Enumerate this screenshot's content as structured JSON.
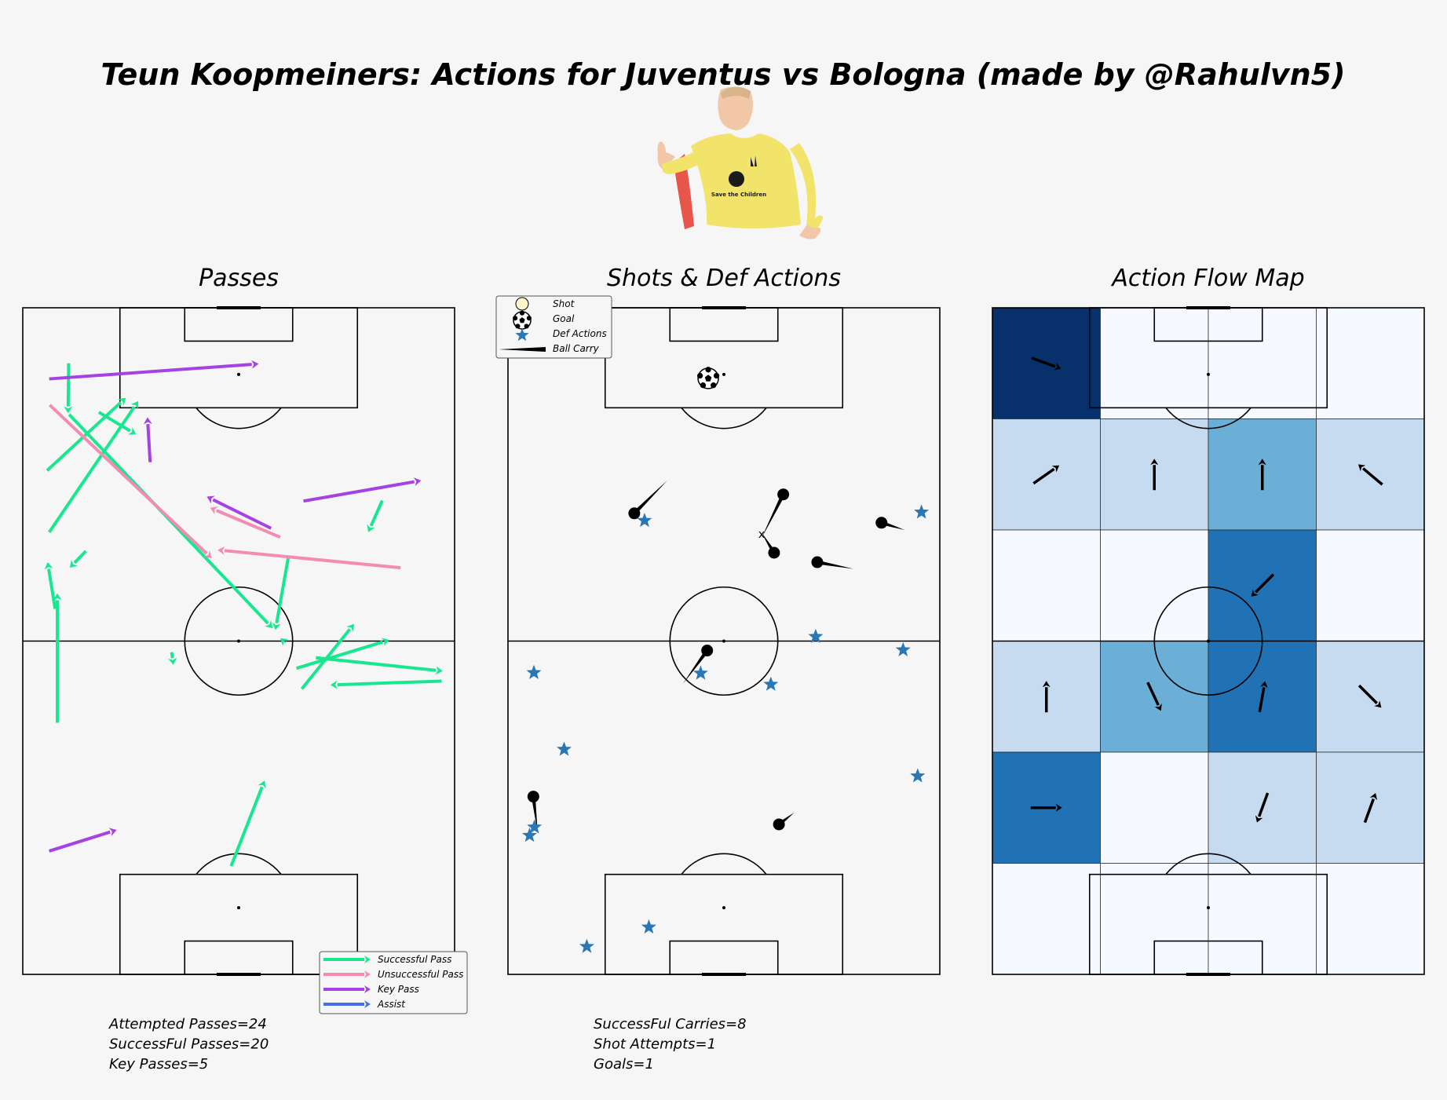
{
  "title": "Teun Koopmeiners: Actions for Juventus vs Bologna (made by @Rahulvn5)",
  "colors": {
    "background": "#f6f6f6",
    "successful_pass": "#17e890",
    "unsuccessful_pass": "#f38bb2",
    "key_pass": "#a742e2",
    "assist": "#4a6de8",
    "def_action": "#2b77b3",
    "carry": "#000000"
  },
  "player_photo": {
    "jersey_text": "Save the Children"
  },
  "chart_data": [
    {
      "type": "pitch-arrows",
      "title": "Passes",
      "pitch": {
        "length": 120,
        "width": 80,
        "orientation": "vertical"
      },
      "legend": {
        "placement": "bottom-right",
        "items": [
          {
            "label": "Successful Pass",
            "color": "#17e890"
          },
          {
            "label": "Unsuccessful Pass",
            "color": "#f38bb2"
          },
          {
            "label": "Key Pass",
            "color": "#a742e2"
          },
          {
            "label": "Assist",
            "color": "#4a6de8"
          }
        ]
      },
      "passes": [
        {
          "type": "successful",
          "x": 79.6,
          "y": 4.9,
          "end_x": 103.2,
          "end_y": 21.4
        },
        {
          "type": "successful",
          "x": 110.0,
          "y": 8.5,
          "end_x": 101.0,
          "end_y": 8.4
        },
        {
          "type": "successful",
          "x": 101.2,
          "y": 14.1,
          "end_x": 97.2,
          "end_y": 21.0
        },
        {
          "type": "successful",
          "x": 55.1,
          "y": 50.7,
          "end_x": 60.2,
          "end_y": 67.9
        },
        {
          "type": "successful",
          "x": 75.1,
          "y": 49.2,
          "end_x": 62.0,
          "end_y": 46.8
        },
        {
          "type": "successful",
          "x": 58.0,
          "y": 27.6,
          "end_x": 55.7,
          "end_y": 27.9
        },
        {
          "type": "successful",
          "x": 45.3,
          "y": 6.4,
          "end_x": 68.6,
          "end_y": 6.4
        },
        {
          "type": "successful",
          "x": 57.0,
          "y": 54.3,
          "end_x": 54.6,
          "end_y": 77.8
        },
        {
          "type": "successful",
          "x": 52.8,
          "y": 77.6,
          "end_x": 52.1,
          "end_y": 57.0
        },
        {
          "type": "successful",
          "x": 51.4,
          "y": 51.7,
          "end_x": 63.1,
          "end_y": 61.4
        },
        {
          "type": "successful",
          "x": 85.3,
          "y": 66.6,
          "end_x": 79.6,
          "end_y": 64.0
        },
        {
          "type": "successful",
          "x": 90.7,
          "y": 4.5,
          "end_x": 103.8,
          "end_y": 19.1
        },
        {
          "type": "successful",
          "x": 76.2,
          "y": 11.7,
          "end_x": 73.2,
          "end_y": 8.7
        },
        {
          "type": "successful",
          "x": 65.8,
          "y": 6.0,
          "end_x": 74.2,
          "end_y": 4.6
        },
        {
          "type": "successful",
          "x": 19.5,
          "y": 38.6,
          "end_x": 34.9,
          "end_y": 44.8
        },
        {
          "type": "successful",
          "x": 59.8,
          "y": 48.6,
          "end_x": 60.5,
          "end_y": 47.7
        },
        {
          "type": "successful",
          "x": 100.8,
          "y": 8.6,
          "end_x": 62.3,
          "end_y": 46.3
        },
        {
          "type": "unsuccessful",
          "x": 102.5,
          "y": 5.0,
          "end_x": 74.9,
          "end_y": 35.0
        },
        {
          "type": "unsuccessful",
          "x": 73.2,
          "y": 70.0,
          "end_x": 76.4,
          "end_y": 36.1
        },
        {
          "type": "unsuccessful",
          "x": 78.7,
          "y": 47.7,
          "end_x": 84.0,
          "end_y": 34.7
        },
        {
          "type": "key_pass",
          "x": 107.2,
          "y": 4.9,
          "end_x": 109.9,
          "end_y": 43.7
        },
        {
          "type": "key_pass",
          "x": 92.2,
          "y": 23.6,
          "end_x": 100.3,
          "end_y": 23.1
        },
        {
          "type": "key_pass",
          "x": 80.3,
          "y": 46.0,
          "end_x": 86.0,
          "end_y": 34.1
        },
        {
          "type": "key_pass",
          "x": 22.2,
          "y": 4.9,
          "end_x": 26.0,
          "end_y": 17.4
        },
        {
          "type": "key_pass",
          "x": 85.2,
          "y": 52.0,
          "end_x": 88.9,
          "end_y": 73.8
        }
      ],
      "stats": [
        "Attempted Passes=24",
        "SuccessFul Passes=20",
        "Key Passes=5"
      ]
    },
    {
      "type": "pitch-events",
      "title": "Shots & Def Actions",
      "pitch": {
        "length": 120,
        "width": 80,
        "orientation": "vertical"
      },
      "legend": {
        "placement": "top-left",
        "items": [
          {
            "label": "Shot",
            "symbol": "circle",
            "color": "#fff5cc"
          },
          {
            "label": "Goal",
            "symbol": "football",
            "color": "#000000"
          },
          {
            "label": "Def Actions",
            "symbol": "star",
            "color": "#2b77b3"
          },
          {
            "label": "Ball Carry",
            "symbol": "carry",
            "color": "#000000"
          }
        ]
      },
      "goals": [
        {
          "x": 107.3,
          "y": 37.1
        }
      ],
      "def_actions": [
        {
          "x": 81.7,
          "y": 25.3
        },
        {
          "x": 83.2,
          "y": 76.6
        },
        {
          "x": 60.8,
          "y": 57.0
        },
        {
          "x": 58.4,
          "y": 73.2
        },
        {
          "x": 54.2,
          "y": 35.7
        },
        {
          "x": 52.2,
          "y": 48.7
        },
        {
          "x": 54.3,
          "y": 4.8
        },
        {
          "x": 40.5,
          "y": 10.4
        },
        {
          "x": 35.7,
          "y": 75.9
        },
        {
          "x": 26.5,
          "y": 4.9
        },
        {
          "x": 25.0,
          "y": 4.0
        },
        {
          "x": 8.5,
          "y": 26.1
        },
        {
          "x": 5.0,
          "y": 14.6
        }
      ],
      "carries": [
        {
          "x": 83.0,
          "y": 23.4,
          "end_x": 88.9,
          "end_y": 29.5
        },
        {
          "x": 86.4,
          "y": 51.0,
          "end_x": 78.6,
          "end_y": 47.0
        },
        {
          "x": 75.9,
          "y": 49.3,
          "end_x": 79.5,
          "end_y": 47.0
        },
        {
          "x": 81.3,
          "y": 69.2,
          "end_x": 80.0,
          "end_y": 73.5
        },
        {
          "x": 74.2,
          "y": 57.3,
          "end_x": 73.0,
          "end_y": 64.0
        },
        {
          "x": 58.3,
          "y": 36.9,
          "end_x": 52.3,
          "end_y": 32.4
        },
        {
          "x": 32.0,
          "y": 4.7,
          "end_x": 25.5,
          "end_y": 5.5
        },
        {
          "x": 27.0,
          "y": 50.2,
          "end_x": 29.1,
          "end_y": 53.0
        }
      ],
      "stats": [
        "SuccessFul Carries=8",
        "Shot Attempts=1",
        "Goals=1"
      ]
    },
    {
      "type": "heatmap",
      "title": "Action Flow Map",
      "pitch": {
        "length": 120,
        "width": 80,
        "orientation": "vertical"
      },
      "bins": {
        "rows": 6,
        "cols": 4
      },
      "intensity": [
        [
          4,
          0,
          0,
          0
        ],
        [
          1,
          1,
          2,
          1
        ],
        [
          0,
          0,
          3,
          0
        ],
        [
          1,
          2,
          3,
          1
        ],
        [
          3,
          0,
          1,
          1
        ],
        [
          0,
          0,
          0,
          0
        ]
      ],
      "flow_angles_deg": [
        [
          -20,
          null,
          null,
          null
        ],
        [
          35,
          90,
          90,
          140
        ],
        [
          null,
          null,
          -135,
          null
        ],
        [
          90,
          -65,
          80,
          -45
        ],
        [
          0,
          null,
          -110,
          70
        ],
        [
          null,
          null,
          null,
          null
        ]
      ],
      "color_scale": [
        "#f6faff",
        "#c6dbef",
        "#6baed6",
        "#2171b5",
        "#08306b"
      ]
    }
  ]
}
